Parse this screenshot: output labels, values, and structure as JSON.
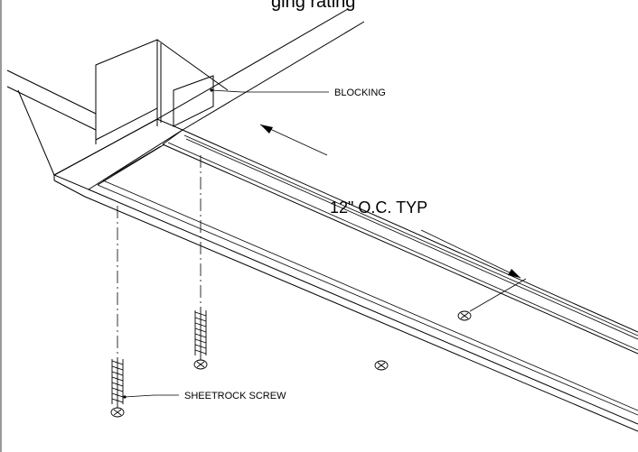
{
  "drawing": {
    "top_partial_label": "ging  rating",
    "labels": {
      "blocking": "BLOCKING",
      "spacing": "12\" O.C. TYP",
      "screw": "SHEETROCK SCREW"
    }
  }
}
